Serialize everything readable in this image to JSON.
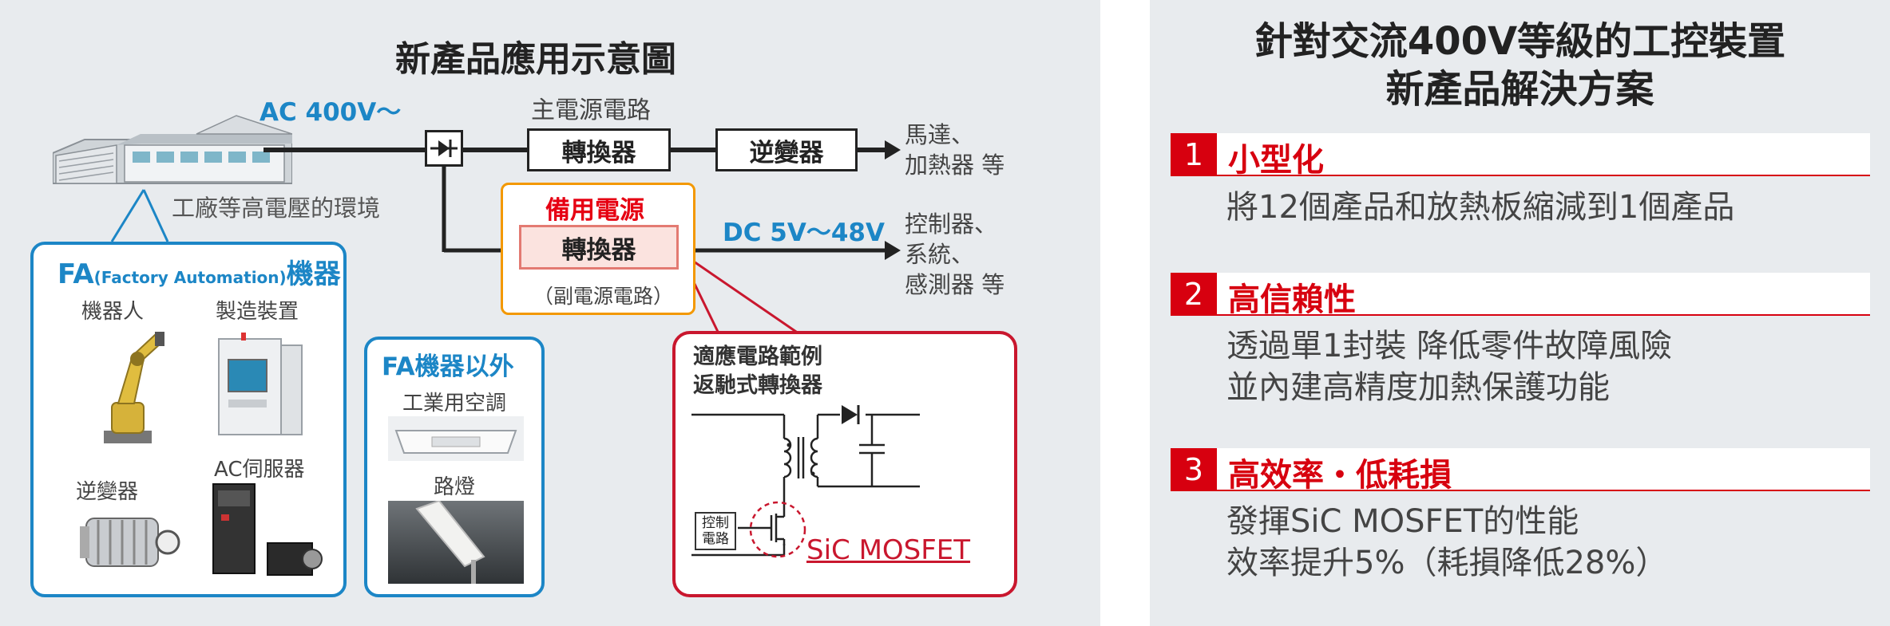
{
  "diagram": {
    "title": "新產品應用示意圖",
    "ac_label": "AC 400V〜",
    "main_circuit_label": "主電源電路",
    "converter_label": "轉換器",
    "inverter_label": "逆變器",
    "factory_env_label": "工廠等高電壓的環境",
    "output_main": [
      "馬達、",
      "加熱器 等"
    ],
    "backup_title": "備用電源",
    "backup_converter": "轉換器",
    "backup_sub": "（副電源電路）",
    "dc_label": "DC 5V〜48V",
    "output_backup": [
      "控制器、",
      "系統、",
      "感測器 等"
    ],
    "fa_box": {
      "title_main": "FA",
      "title_paren": "(Factory Automation)",
      "title_tail": "機器",
      "items": [
        "機器人",
        "製造裝置",
        "逆變器",
        "AC伺服器"
      ]
    },
    "nonfa_box": {
      "title": "FA機器以外",
      "items": [
        "工業用空調",
        "路燈"
      ]
    },
    "circuit_box": {
      "title_line1": "適應電路範例",
      "title_line2": "返馳式轉換器",
      "control_line1": "控制",
      "control_line2": "電路",
      "sic_label": "SiC MOSFET"
    }
  },
  "solution": {
    "title_line1": "針對交流400V等級的工控裝置",
    "title_line2": "新產品解決方案",
    "items": [
      {
        "num": "1",
        "heading": "小型化",
        "lines": [
          "將12個產品和放熱板縮減到1個產品"
        ]
      },
      {
        "num": "2",
        "heading": "高信賴性",
        "lines": [
          "透過單1封裝 降低零件故障風險",
          "並內建高精度加熱保護功能"
        ]
      },
      {
        "num": "3",
        "heading": "高效率・低耗損",
        "lines": [
          "發揮SiC MOSFET的性能",
          "效率提升5%（耗損降低28%）"
        ]
      }
    ]
  },
  "colors": {
    "accent_blue": "#1c86c6",
    "accent_red": "#d7000f",
    "backup_orange": "#f39800",
    "panel_bg": "#e8ebee"
  }
}
